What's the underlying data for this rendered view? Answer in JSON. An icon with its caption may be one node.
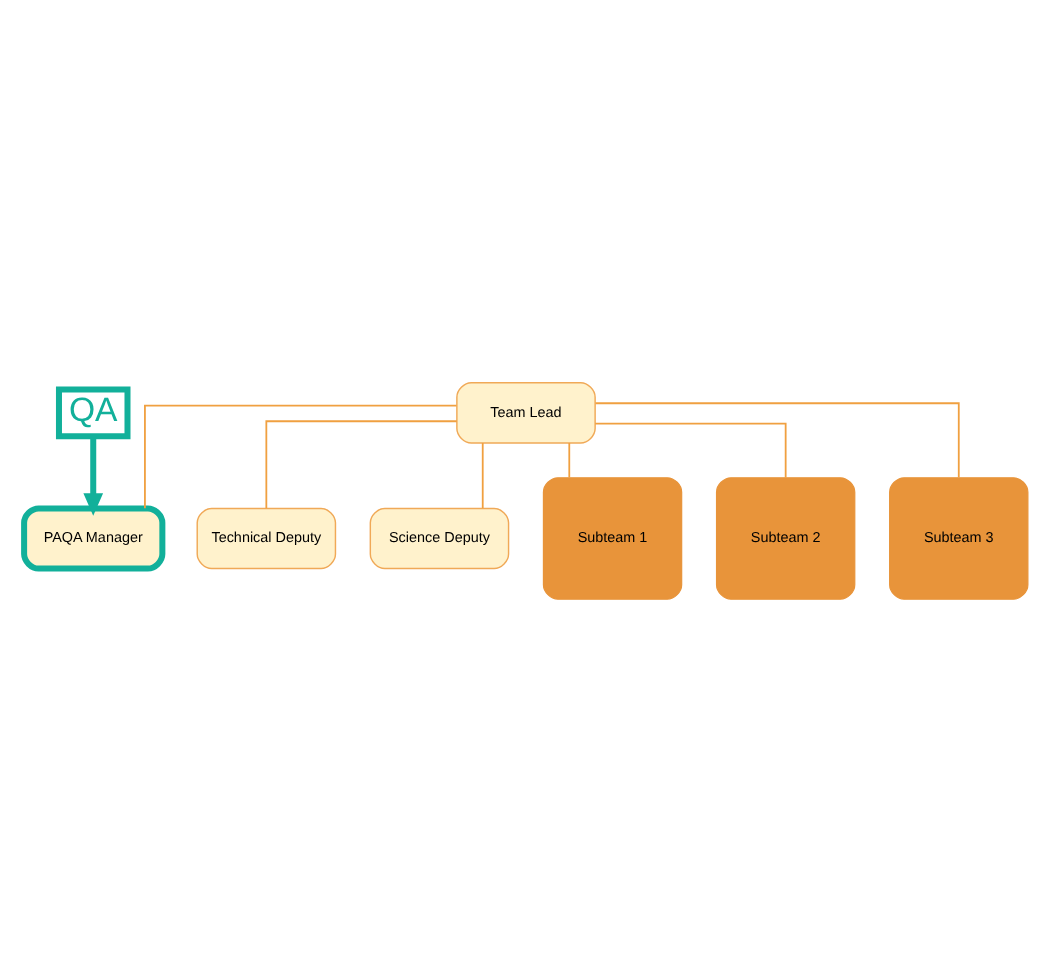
{
  "diagram": {
    "nodes": [
      {
        "text": [
          "QA"
        ]
      },
      {
        "text": [
          "Team Lead"
        ]
      },
      {
        "text": [
          "Technical Deputy"
        ]
      },
      {
        "text": [
          "Science Deputy"
        ]
      },
      {
        "text": [
          "PAQA Manager"
        ]
      },
      {
        "text": [
          "Subteam 1"
        ]
      },
      {
        "text": [
          "Subteam 2"
        ]
      },
      {
        "text": [
          "Subteam 3"
        ]
      }
    ],
    "edges": [
      {
        "from": 0,
        "to": 4,
        "arrow": "to",
        "style": "thick",
        "color": "#12b09a"
      },
      {
        "from": 1,
        "to": 2,
        "arrow": "none"
      },
      {
        "from": 1,
        "to": 3,
        "arrow": "none"
      },
      {
        "from": 1,
        "to": 4,
        "arrow": "none"
      },
      {
        "from": 1,
        "to": 5,
        "arrow": "none"
      },
      {
        "from": 1,
        "to": 6,
        "arrow": "none"
      },
      {
        "from": 1,
        "to": 7,
        "arrow": "none"
      }
    ]
  }
}
